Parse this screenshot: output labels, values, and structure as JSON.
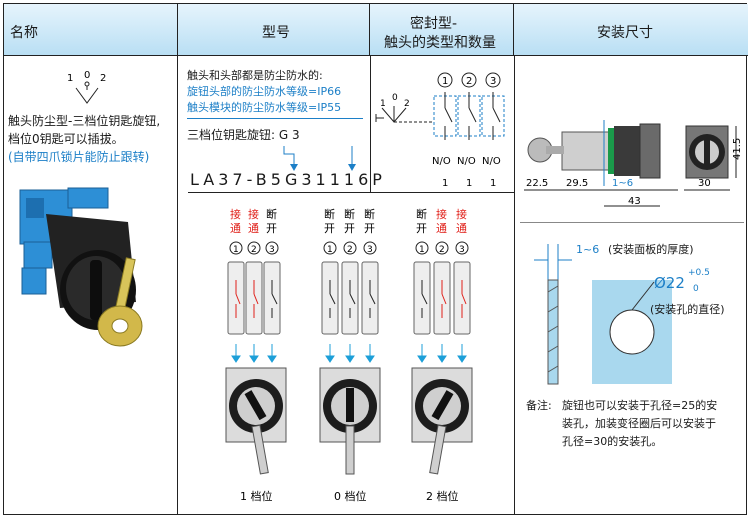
{
  "header": {
    "name": "名称",
    "model": "型号",
    "sealed_line1": "密封型-",
    "sealed_line2": "触头的类型和数量",
    "install": "安装尺寸"
  },
  "name_col": {
    "symbol_1": "1",
    "symbol_0": "0",
    "symbol_2": "2",
    "desc_line1": "触头防尘型-三档位钥匙旋钮,",
    "desc_line2": "档位0钥匙可以插拔。",
    "desc_note": "(自带四爪锁片能防止跟转)"
  },
  "model_col": {
    "line1": "触头和头部都是防尘防水的:",
    "line2": "旋钮头部的防尘防水等级=IP66",
    "line3": "触头模块的防尘防水等级=IP55",
    "line4": "三档位钥匙旋钮: G 3",
    "code": "LA37-B5G31116P"
  },
  "contact_col": {
    "circles": [
      "1",
      "2",
      "3"
    ],
    "no_labels": [
      "N/O",
      "N/O",
      "N/O"
    ],
    "counts": [
      "1",
      "1",
      "1"
    ],
    "sym_1": "1",
    "sym_0": "0",
    "sym_2": "2"
  },
  "positions": [
    {
      "contacts": [
        {
          "top": "接",
          "bottom": "通",
          "state": "closed"
        },
        {
          "top": "接",
          "bottom": "通",
          "state": "closed"
        },
        {
          "top": "断",
          "bottom": "开",
          "state": "open"
        }
      ],
      "circles": [
        "1",
        "2",
        "3"
      ],
      "caption": "1 档位"
    },
    {
      "contacts": [
        {
          "top": "断",
          "bottom": "开",
          "state": "open"
        },
        {
          "top": "断",
          "bottom": "开",
          "state": "open"
        },
        {
          "top": "断",
          "bottom": "开",
          "state": "open"
        }
      ],
      "circles": [
        "1",
        "2",
        "3"
      ],
      "caption": "0 档位"
    },
    {
      "contacts": [
        {
          "top": "断",
          "bottom": "开",
          "state": "open"
        },
        {
          "top": "接",
          "bottom": "通",
          "state": "closed"
        },
        {
          "top": "接",
          "bottom": "通",
          "state": "closed"
        }
      ],
      "circles": [
        "1",
        "2",
        "3"
      ],
      "caption": "2 档位"
    }
  ],
  "install_col": {
    "dim_225": "22.5",
    "dim_295": "29.5",
    "dim_16_side": "1~6",
    "dim_43": "43",
    "dim_30": "30",
    "dim_415": "41.5",
    "panel_range": "1~6",
    "panel_note": "(安装面板的厚度)",
    "hole_dia": "Ø22",
    "tol_plus": "+0.5",
    "tol_zero": "0",
    "hole_note": "(安装孔的直径)",
    "remark_label": "备注:",
    "remark_1": "旋钮也可以安装于孔径=25的安",
    "remark_2": "装孔，加装变径圈后可以安装于",
    "remark_3": "孔径=30的安装孔。"
  },
  "colors": {
    "header_top": "#e6f4fc",
    "header_bottom": "#b9dff4",
    "accent_blue": "#1c7fc7",
    "accent_red": "#e0201a",
    "panel_fill": "#a9d8ee"
  }
}
